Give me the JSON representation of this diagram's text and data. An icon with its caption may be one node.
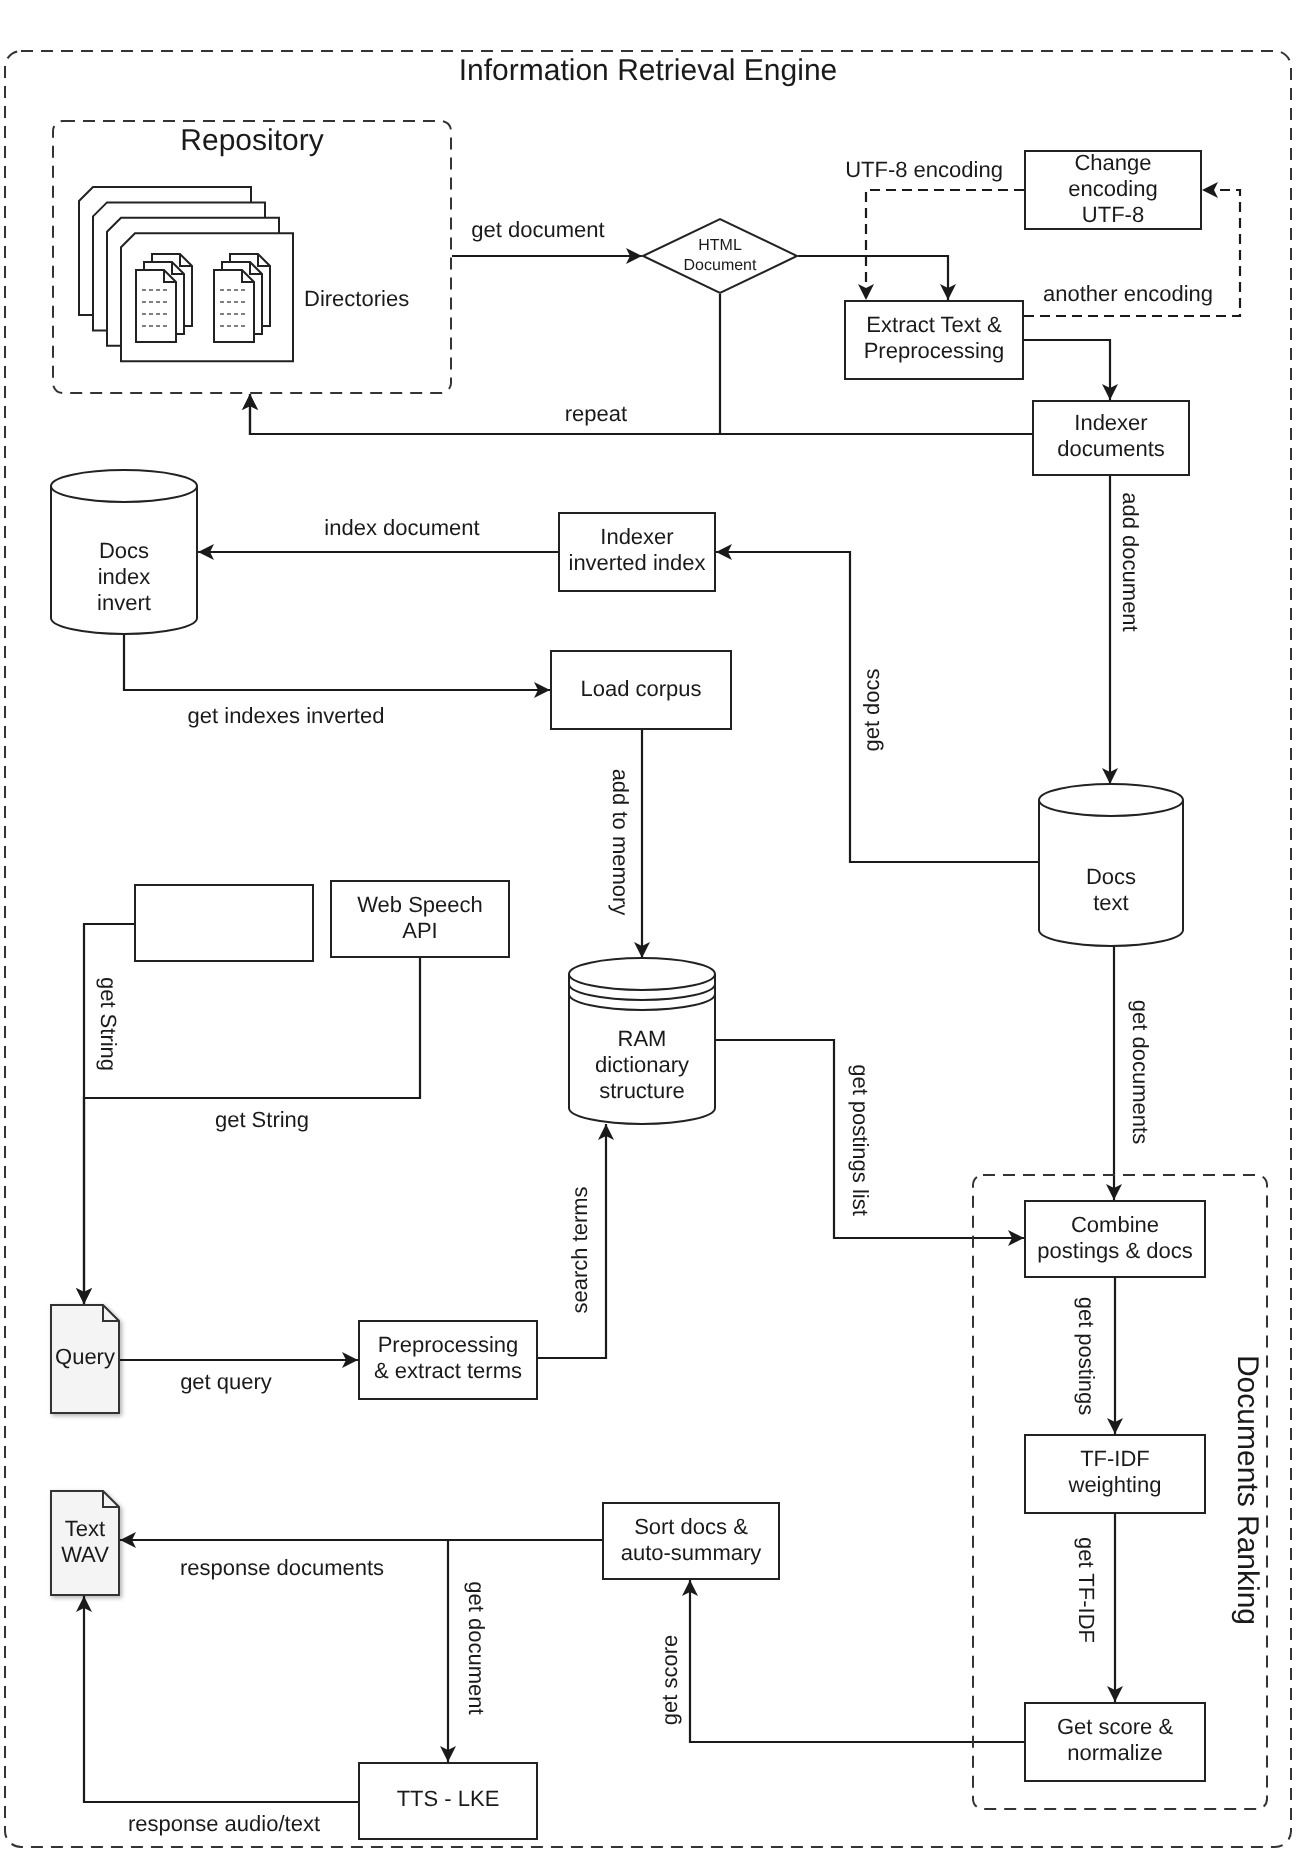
{
  "diagram": {
    "nodes": [
      {
        "text": [
          "Information Retrieval Engine"
        ]
      },
      {
        "text": [
          "Repository"
        ],
        "in": 0
      },
      {
        "text": [
          "Directories"
        ],
        "in": 1
      },
      {
        "text": [
          "HTML Document"
        ],
        "in": 0
      },
      {
        "text": [
          "Change encoding UTF-8"
        ],
        "in": 0
      },
      {
        "text": [
          "Extract Text & Preprocessing"
        ],
        "in": 0
      },
      {
        "text": [
          "Indexer documents"
        ],
        "in": 0
      },
      {
        "text": [
          "Docs index invert"
        ],
        "in": 0
      },
      {
        "text": [
          "Indexer inverted index"
        ],
        "in": 0
      },
      {
        "text": [
          "Load corpus"
        ],
        "in": 0
      },
      {
        "text": [
          "Docs text"
        ],
        "in": 0
      },
      {
        "text": [],
        "shape": "box",
        "in": 0
      },
      {
        "text": [
          "Web Speech API"
        ],
        "in": 0
      },
      {
        "text": [
          "RAM dictionary structure"
        ],
        "in": 0
      },
      {
        "text": [
          "Documents Ranking"
        ],
        "in": 0
      },
      {
        "text": [
          "Combine postings & docs"
        ],
        "in": 14
      },
      {
        "text": [
          "Query"
        ],
        "in": 0
      },
      {
        "text": [
          "Preprocessing & extract terms"
        ],
        "in": 0
      },
      {
        "text": [
          "TF-IDF weighting"
        ],
        "in": 14
      },
      {
        "text": [
          "Text WAV"
        ],
        "in": 0
      },
      {
        "text": [
          "Sort docs & auto-summary"
        ],
        "in": 0
      },
      {
        "text": [
          "Get score & normalize"
        ],
        "in": 14
      },
      {
        "text": [
          "TTS - LKE"
        ],
        "in": 0
      }
    ],
    "edges": [
      {
        "from": 1,
        "to": 3,
        "label": "get document",
        "arrow": "to"
      },
      {
        "from": 3,
        "to": 5,
        "arrow": "to"
      },
      {
        "from": 3,
        "to": 1,
        "label": "repeat",
        "arrow": "to"
      },
      {
        "from": 6,
        "to": 1,
        "arrow": "to"
      },
      {
        "from": 4,
        "to": 5,
        "label": "UTF-8 encoding",
        "arrow": "to",
        "style": "dashed"
      },
      {
        "from": 5,
        "to": 4,
        "label": "another encoding",
        "arrow": "to",
        "style": "dashed"
      },
      {
        "from": 5,
        "to": 6,
        "arrow": "to"
      },
      {
        "from": 6,
        "to": 10,
        "label": "add document",
        "arrow": "to"
      },
      {
        "from": 10,
        "to": 8,
        "label": "get docs",
        "arrow": "to"
      },
      {
        "from": 8,
        "to": 7,
        "label": "index document",
        "arrow": "to"
      },
      {
        "from": 7,
        "to": 9,
        "label": "get indexes inverted",
        "arrow": "to"
      },
      {
        "from": 9,
        "to": 13,
        "label": "add to memory",
        "arrow": "to"
      },
      {
        "from": 11,
        "to": 16,
        "label": "get String",
        "arrow": "to"
      },
      {
        "from": 12,
        "to": 16,
        "label": "get String",
        "arrow": "to"
      },
      {
        "from": 13,
        "to": 15,
        "label": "get postings list",
        "arrow": "to"
      },
      {
        "from": 10,
        "to": 15,
        "label": "get documents",
        "arrow": "to"
      },
      {
        "from": 16,
        "to": 17,
        "label": "get query",
        "arrow": "to"
      },
      {
        "from": 17,
        "to": 13,
        "label": "search terms",
        "arrow": "to"
      },
      {
        "from": 15,
        "to": 18,
        "label": "get postings",
        "arrow": "to"
      },
      {
        "from": 18,
        "to": 21,
        "label": "get TF-IDF",
        "arrow": "to"
      },
      {
        "from": 21,
        "to": 20,
        "label": "get score",
        "arrow": "to"
      },
      {
        "from": 20,
        "to": 19,
        "label": "response documents",
        "arrow": "to"
      },
      {
        "from": 20,
        "to": 22,
        "label": "get document",
        "arrow": "to"
      },
      {
        "from": 22,
        "to": 19,
        "label": "response audio/text",
        "arrow": "to"
      }
    ]
  }
}
